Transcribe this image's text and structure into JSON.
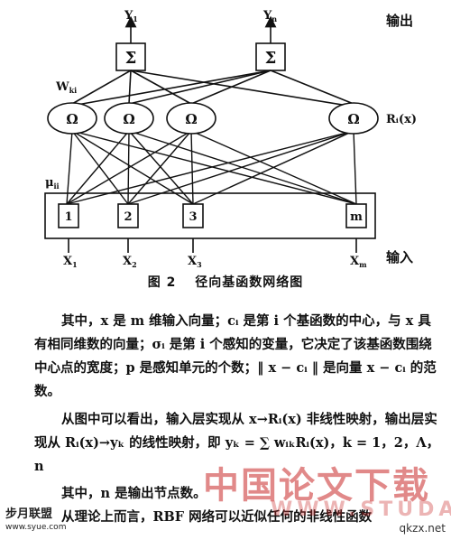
{
  "figure": {
    "output_nodes": [
      {
        "label": "Y",
        "sub": "1"
      },
      {
        "label": "Y",
        "sub": "n"
      }
    ],
    "sum_symbol": "Σ",
    "omega_symbol": "Ω",
    "input_nodes": [
      "1",
      "2",
      "3",
      "m"
    ],
    "input_labels": [
      {
        "label": "X",
        "sub": "1"
      },
      {
        "label": "X",
        "sub": "2"
      },
      {
        "label": "X",
        "sub": "3"
      },
      {
        "label": "X",
        "sub": "m"
      }
    ],
    "weight_label": {
      "label": "W",
      "sub": "ki"
    },
    "mu_label": {
      "label": "μ",
      "sub": "ii"
    },
    "r_label": "Rᵢ(x)",
    "output_text": "输出",
    "input_text": "输入",
    "caption": "图 2　 径向基函数网络图"
  },
  "paragraphs": [
    "其中，x 是 m 维输入向量；cᵢ 是第 i 个基函数的中心，与 x 具有相同维数的向量；σᵢ 是第 i 个感知的变量，它决定了该基函数围绕中心点的宽度；p 是感知单元的个数；‖ x − cᵢ ‖ 是向量 x − cᵢ 的范数。",
    "从图中可以看出，输入层实现从 x→Rᵢ(x) 非线性映射，输出层实现从 Rᵢ(x)→yₖ 的线性映射，即 yₖ = ∑ wᵢₖRᵢ(x)，k = 1，2，Λ，n",
    "其中，n 是输出节点数。",
    "从理论上而言，RBF 网络可以近似任何的非线性函数"
  ],
  "watermark": {
    "main": "中国论文下载",
    "sub": "WWW.STUDA.",
    "logo": "步月联盟",
    "logo_url": "www.syue.com",
    "corner": "qkzx.net"
  }
}
